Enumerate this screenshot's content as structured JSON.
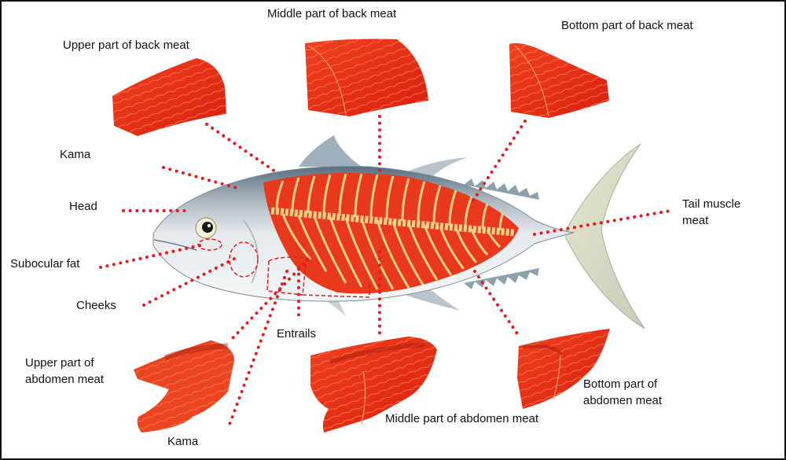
{
  "diagram": {
    "subject": "Tuna fish body parts and meat cuts",
    "accent_colors": {
      "meat_red": "#e8321c",
      "meat_dark": "#c82010",
      "bone_cream": "#f3cf8a",
      "fish_back": "#6f8595",
      "fish_belly": "#e8ecee",
      "fin": "#d9dcc4",
      "leader_dots": "#e11d1d"
    },
    "labels": {
      "upper_back": "Upper part of back meat",
      "middle_back": "Middle part of back meat",
      "bottom_back": "Bottom part of back meat",
      "kama_top": "Kama",
      "head": "Head",
      "subocular_fat": "Subocular fat",
      "cheeks": "Cheeks",
      "entrails": "Entrails",
      "tail_muscle": "Tail muscle meat",
      "upper_abdomen": "Upper part of abdomen meat",
      "middle_abdomen": "Middle part of abdomen meat",
      "bottom_abdomen": "Bottom part of abdomen meat",
      "kama_bottom": "Kama"
    },
    "cuts": [
      {
        "id": "upper-back",
        "label": "Upper part of back meat"
      },
      {
        "id": "middle-back",
        "label": "Middle part of back meat"
      },
      {
        "id": "bottom-back",
        "label": "Bottom part of back meat"
      },
      {
        "id": "upper-abdomen",
        "label": "Upper part of abdomen meat"
      },
      {
        "id": "middle-abdomen",
        "label": "Middle part of abdomen meat"
      },
      {
        "id": "bottom-abdomen",
        "label": "Bottom part of abdomen meat"
      }
    ]
  }
}
